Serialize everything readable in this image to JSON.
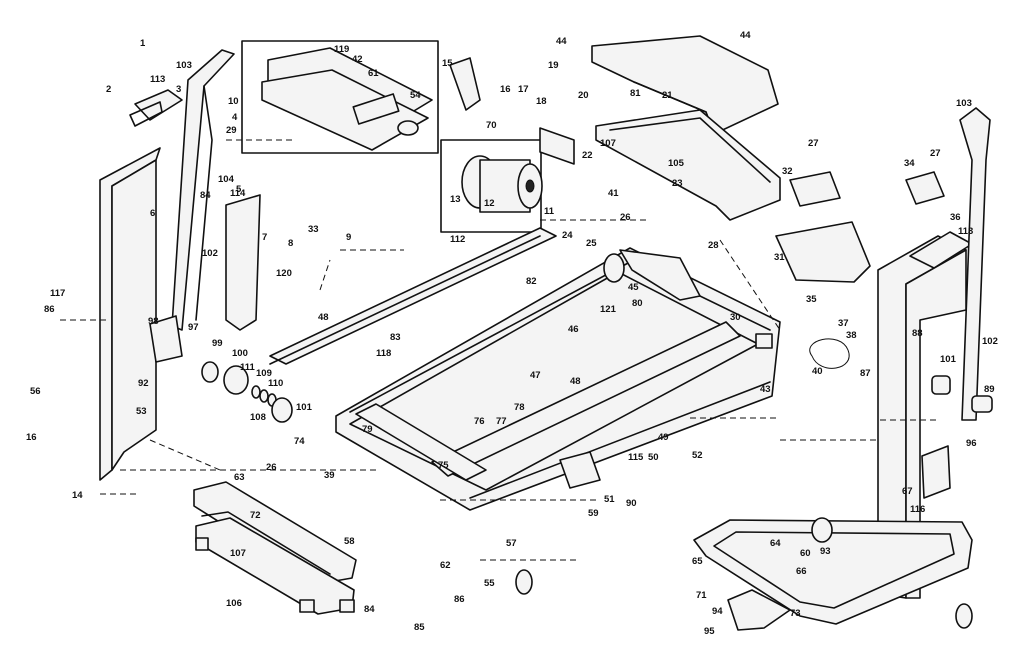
{
  "part_labels": [
    {
      "id": "l1",
      "text": "1"
    },
    {
      "id": "l113a",
      "text": "113"
    },
    {
      "id": "l2a",
      "text": "2"
    },
    {
      "id": "l3",
      "text": "3"
    },
    {
      "id": "l103a",
      "text": "103"
    },
    {
      "id": "l119",
      "text": "119"
    },
    {
      "id": "l42",
      "text": "42"
    },
    {
      "id": "l61a",
      "text": "61"
    },
    {
      "id": "l54",
      "text": "54"
    },
    {
      "id": "l10",
      "text": "10"
    },
    {
      "id": "l4a",
      "text": "4"
    },
    {
      "id": "l29a",
      "text": "29"
    },
    {
      "id": "l104a",
      "text": "104"
    },
    {
      "id": "l84a",
      "text": "84"
    },
    {
      "id": "l5",
      "text": "5"
    },
    {
      "id": "l114a",
      "text": "114"
    },
    {
      "id": "l7a",
      "text": "7"
    },
    {
      "id": "l33a",
      "text": "33"
    },
    {
      "id": "l8",
      "text": "8"
    },
    {
      "id": "l120",
      "text": "120"
    },
    {
      "id": "l6",
      "text": "6"
    },
    {
      "id": "l102a",
      "text": "102"
    },
    {
      "id": "l117a",
      "text": "117"
    },
    {
      "id": "l86a",
      "text": "86"
    },
    {
      "id": "l15",
      "text": "15"
    },
    {
      "id": "l16a",
      "text": "16"
    },
    {
      "id": "l17",
      "text": "17"
    },
    {
      "id": "l18a",
      "text": "18"
    },
    {
      "id": "l19",
      "text": "19"
    },
    {
      "id": "l20",
      "text": "20"
    },
    {
      "id": "l70",
      "text": "70"
    },
    {
      "id": "l13",
      "text": "13"
    },
    {
      "id": "l12",
      "text": "12"
    },
    {
      "id": "l11",
      "text": "11"
    },
    {
      "id": "l112",
      "text": "112"
    },
    {
      "id": "l22",
      "text": "22"
    },
    {
      "id": "l44a",
      "text": "44"
    },
    {
      "id": "l44b",
      "text": "44"
    },
    {
      "id": "l21",
      "text": "21"
    },
    {
      "id": "l81a",
      "text": "81"
    },
    {
      "id": "l107a",
      "text": "107"
    },
    {
      "id": "l105",
      "text": "105"
    },
    {
      "id": "l23",
      "text": "23"
    },
    {
      "id": "l27a",
      "text": "27"
    },
    {
      "id": "l32",
      "text": "32"
    },
    {
      "id": "l34",
      "text": "34"
    },
    {
      "id": "l27b",
      "text": "27"
    },
    {
      "id": "l103b",
      "text": "103"
    },
    {
      "id": "l41",
      "text": "41"
    },
    {
      "id": "l24",
      "text": "24"
    },
    {
      "id": "l26a",
      "text": "26"
    },
    {
      "id": "l25",
      "text": "25"
    },
    {
      "id": "l28",
      "text": "28"
    },
    {
      "id": "l36",
      "text": "36"
    },
    {
      "id": "l113b",
      "text": "113"
    },
    {
      "id": "l31",
      "text": "31"
    },
    {
      "id": "l48a",
      "text": "48"
    },
    {
      "id": "l46",
      "text": "46"
    },
    {
      "id": "l45",
      "text": "45"
    },
    {
      "id": "l121a",
      "text": "121"
    },
    {
      "id": "l80a",
      "text": "80"
    },
    {
      "id": "l82",
      "text": "82"
    },
    {
      "id": "l97a",
      "text": "97"
    },
    {
      "id": "l99",
      "text": "99"
    },
    {
      "id": "l100",
      "text": "100"
    },
    {
      "id": "l111a",
      "text": "111"
    },
    {
      "id": "l110a",
      "text": "110"
    },
    {
      "id": "l109a",
      "text": "109"
    },
    {
      "id": "l108a",
      "text": "108"
    },
    {
      "id": "l101a",
      "text": "101"
    },
    {
      "id": "l47",
      "text": "47"
    },
    {
      "id": "l48b",
      "text": "48"
    },
    {
      "id": "l88",
      "text": "88"
    },
    {
      "id": "l102b",
      "text": "102"
    },
    {
      "id": "l101b",
      "text": "101"
    },
    {
      "id": "l89",
      "text": "89"
    },
    {
      "id": "l98",
      "text": "98"
    },
    {
      "id": "l56a",
      "text": "56"
    },
    {
      "id": "l92",
      "text": "92"
    },
    {
      "id": "l53a",
      "text": "53"
    },
    {
      "id": "l14",
      "text": "14"
    },
    {
      "id": "l16b",
      "text": "16"
    },
    {
      "id": "l74",
      "text": "74"
    },
    {
      "id": "l63a",
      "text": "63"
    },
    {
      "id": "l26b",
      "text": "26"
    },
    {
      "id": "l39",
      "text": "39"
    },
    {
      "id": "l58",
      "text": "58"
    },
    {
      "id": "l72",
      "text": "72"
    },
    {
      "id": "l107b",
      "text": "107"
    },
    {
      "id": "l106",
      "text": "106"
    },
    {
      "id": "l84b",
      "text": "84"
    },
    {
      "id": "l85",
      "text": "85"
    },
    {
      "id": "l62",
      "text": "62"
    },
    {
      "id": "l86b",
      "text": "86"
    },
    {
      "id": "l43",
      "text": "43"
    },
    {
      "id": "l49",
      "text": "49"
    },
    {
      "id": "l50a",
      "text": "50"
    },
    {
      "id": "l52",
      "text": "52"
    },
    {
      "id": "l51",
      "text": "51"
    },
    {
      "id": "l59",
      "text": "59"
    },
    {
      "id": "l90",
      "text": "90"
    },
    {
      "id": "l57a",
      "text": "57"
    },
    {
      "id": "l55",
      "text": "55"
    },
    {
      "id": "l93",
      "text": "93"
    },
    {
      "id": "l73",
      "text": "73"
    },
    {
      "id": "l94",
      "text": "94"
    },
    {
      "id": "l95",
      "text": "95"
    },
    {
      "id": "l71",
      "text": "71"
    },
    {
      "id": "l65",
      "text": "65"
    },
    {
      "id": "l66",
      "text": "66"
    },
    {
      "id": "l60",
      "text": "60"
    },
    {
      "id": "l64",
      "text": "64"
    },
    {
      "id": "l40",
      "text": "40"
    },
    {
      "id": "l38",
      "text": "38"
    },
    {
      "id": "l37",
      "text": "37"
    },
    {
      "id": "l30",
      "text": "30"
    },
    {
      "id": "l35",
      "text": "35"
    },
    {
      "id": "l87",
      "text": "87"
    },
    {
      "id": "l96",
      "text": "96"
    },
    {
      "id": "l115",
      "text": "115"
    },
    {
      "id": "l116",
      "text": "116"
    },
    {
      "id": "l67",
      "text": "67"
    },
    {
      "id": "l75",
      "text": "75"
    },
    {
      "id": "l76",
      "text": "76"
    },
    {
      "id": "l77",
      "text": "77"
    },
    {
      "id": "l78",
      "text": "78"
    },
    {
      "id": "l79",
      "text": "79"
    },
    {
      "id": "l118",
      "text": "118"
    },
    {
      "id": "l83",
      "text": "83"
    },
    {
      "id": "l9",
      "text": "9"
    }
  ]
}
